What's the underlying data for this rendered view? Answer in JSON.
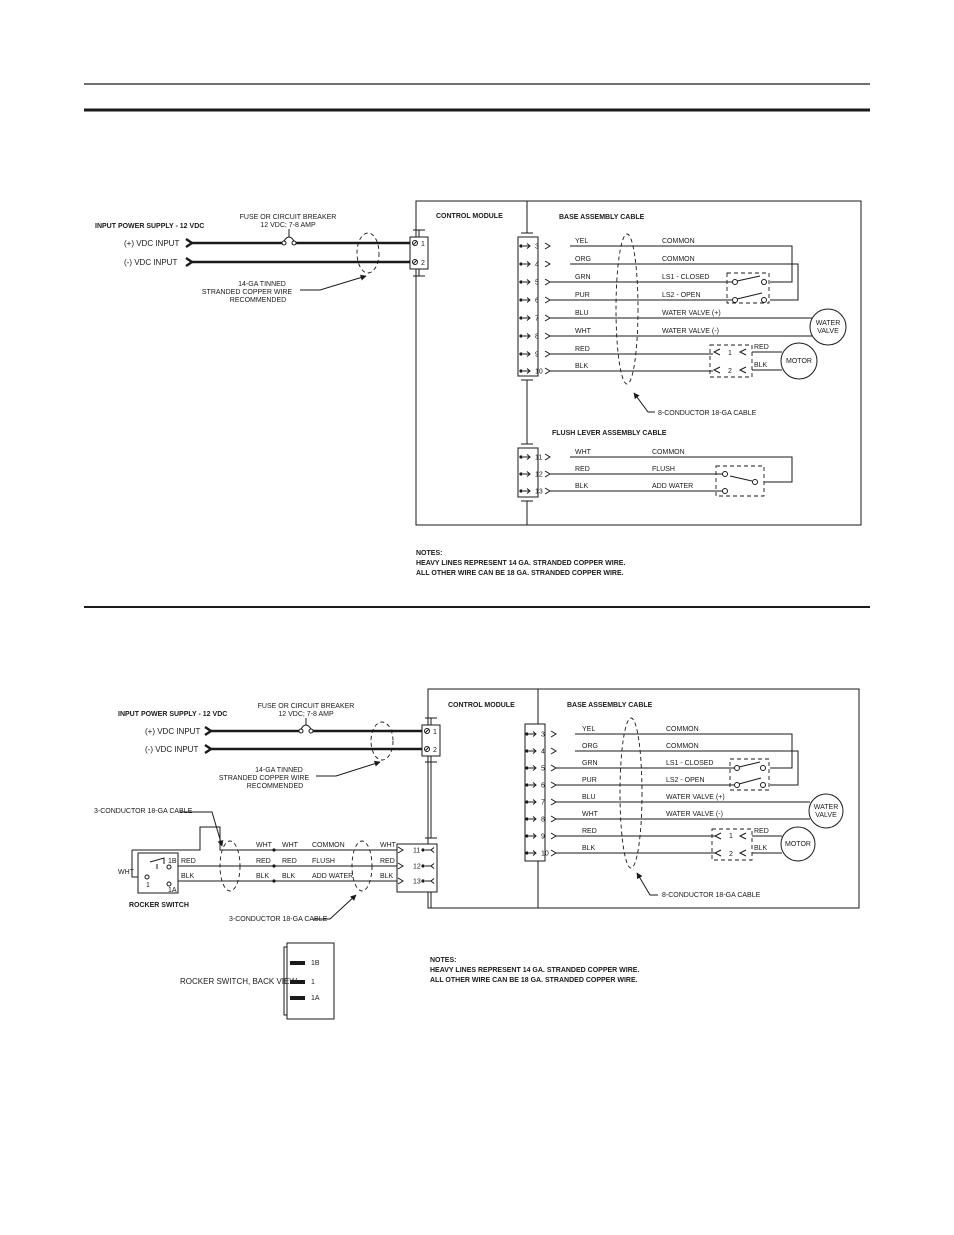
{
  "diagram1": {
    "control_module": "CONTROL MODULE",
    "base_cable": "BASE ASSEMBLY CABLE",
    "flush_cable": "FLUSH LEVER ASSEMBLY CABLE",
    "input_title": "INPUT POWER SUPPLY - 12 VDC",
    "pos_input": "(+) VDC INPUT",
    "neg_input": "(-) VDC INPUT",
    "fuse_line1": "FUSE OR CIRCUIT BREAKER",
    "fuse_line2": "12 VDC; 7-8 AMP",
    "wire_line1": "14-GA TINNED",
    "wire_line2": "STRANDED COPPER WIRE",
    "wire_line3": "RECOMMENDED",
    "cable8": "8-CONDUCTOR 18-GA CABLE",
    "pin1": "1",
    "pin2": "2",
    "base_pins": [
      "3",
      "4",
      "5",
      "6",
      "7",
      "8",
      "9",
      "10"
    ],
    "base_colors": [
      "YEL",
      "ORG",
      "GRN",
      "PUR",
      "BLU",
      "WHT",
      "RED",
      "BLK"
    ],
    "base_funcs": [
      "COMMON",
      "COMMON",
      "LS1 - CLOSED",
      "LS2 - OPEN",
      "WATER VALVE (+)",
      "WATER VALVE (-)"
    ],
    "flush_pins": [
      "11",
      "12",
      "13"
    ],
    "flush_colors": [
      "WHT",
      "RED",
      "BLK"
    ],
    "flush_funcs": [
      "COMMON",
      "FLUSH",
      "ADD WATER"
    ],
    "water_valve_1": "WATER",
    "water_valve_2": "VALVE",
    "motor": "MOTOR",
    "motor_pin1": "1",
    "motor_pin2": "2",
    "motor_red": "RED",
    "motor_blk": "BLK",
    "notes_title": "NOTES:",
    "notes_1": "HEAVY LINES REPRESENT 14 GA. STRANDED COPPER WIRE.",
    "notes_2": "ALL OTHER WIRE CAN BE 18 GA. STRANDED COPPER WIRE."
  },
  "diagram2": {
    "control_module": "CONTROL MODULE",
    "base_cable": "BASE ASSEMBLY CABLE",
    "input_title": "INPUT POWER SUPPLY - 12 VDC",
    "pos_input": "(+) VDC INPUT",
    "neg_input": "(-) VDC INPUT",
    "fuse_line1": "FUSE OR CIRCUIT BREAKER",
    "fuse_line2": "12 VDC; 7-8 AMP",
    "wire_line1": "14-GA TINNED",
    "wire_line2": "STRANDED COPPER WIRE",
    "wire_line3": "RECOMMENDED",
    "cable3_top": "3-CONDUCTOR 18-GA CABLE",
    "cable3_bottom": "3-CONDUCTOR 18-GA CABLE",
    "cable8": "8-CONDUCTOR 18-GA CABLE",
    "pin1": "1",
    "pin2": "2",
    "base_pins": [
      "3",
      "4",
      "5",
      "6",
      "7",
      "8",
      "9",
      "10"
    ],
    "base_colors": [
      "YEL",
      "ORG",
      "GRN",
      "PUR",
      "BLU",
      "WHT",
      "RED",
      "BLK"
    ],
    "base_funcs": [
      "COMMON",
      "COMMON",
      "LS1 - CLOSED",
      "LS2 - OPEN",
      "WATER VALVE (+)",
      "WATER VALVE (-)"
    ],
    "water_valve_1": "WATER",
    "water_valve_2": "VALVE",
    "motor": "MOTOR",
    "motor_pin1": "1",
    "motor_pin2": "2",
    "motor_red": "RED",
    "motor_blk": "BLK",
    "flush_pins": [
      "11",
      "12",
      "13"
    ],
    "rocker_colors": [
      "WHT",
      "RED",
      "BLK"
    ],
    "flush_funcs": [
      "COMMON",
      "FLUSH",
      "ADD WATER"
    ],
    "rocker_terms": [
      "1B",
      "1",
      "1A"
    ],
    "rocker_switch": "ROCKER SWITCH",
    "rocker_back": "ROCKER SWITCH, BACK VIEW",
    "notes_title": "NOTES:",
    "notes_1": "HEAVY LINES REPRESENT 14 GA. STRANDED COPPER WIRE.",
    "notes_2": "ALL OTHER WIRE CAN BE 18 GA. STRANDED COPPER WIRE."
  }
}
